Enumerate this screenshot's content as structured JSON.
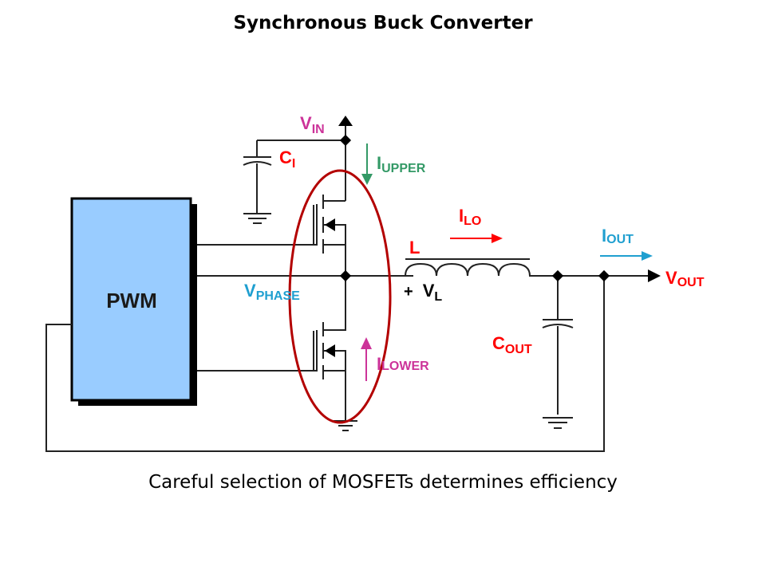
{
  "title": "Synchronous Buck Converter",
  "caption": "Careful selection of MOSFETs determines efficiency",
  "diagram": {
    "type": "circuit-schematic",
    "blocks": {
      "pwm": {
        "label": "PWM",
        "fill": "#99ccff"
      }
    },
    "labels": {
      "vin": {
        "main": "V",
        "sub": "IN",
        "color": "#cc3399"
      },
      "ci": {
        "main": "C",
        "sub": "I",
        "color": "#ff0000"
      },
      "iupper": {
        "main": "I",
        "sub": "UPPER",
        "color": "#339966"
      },
      "ilo": {
        "main": "I",
        "sub": "LO",
        "color": "#ff0000"
      },
      "l": {
        "main": "L",
        "sub": "",
        "color": "#ff0000"
      },
      "vl": {
        "prefix": "+",
        "main": "V",
        "sub": "L",
        "color": "#000000"
      },
      "iout": {
        "main": "I",
        "sub": "OUT",
        "color": "#1f9fd0"
      },
      "vout": {
        "main": "V",
        "sub": "OUT",
        "color": "#ff0000"
      },
      "vphase": {
        "main": "V",
        "sub": "PHASE",
        "color": "#1f9fd0"
      },
      "cout": {
        "main": "C",
        "sub": "OUT",
        "color": "#ff0000"
      },
      "ilower": {
        "main": "I",
        "sub": "LOWER",
        "color": "#cc3399"
      }
    },
    "highlight": {
      "shape": "ellipse",
      "color": "#b30000",
      "encloses": "upper and lower MOSFETs"
    },
    "components": [
      "PWM controller",
      "upper MOSFET",
      "lower MOSFET",
      "input capacitor CI",
      "inductor L",
      "output capacitor COUT"
    ]
  }
}
